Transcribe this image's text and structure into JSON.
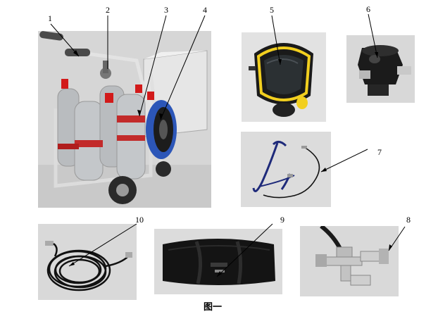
{
  "header_fragment": "",
  "figure_caption": "图一",
  "callouts": [
    "1",
    "2",
    "3",
    "4",
    "5",
    "6",
    "7",
    "8",
    "9",
    "10"
  ],
  "photos": {
    "cart": "cylinder-cart-photo",
    "mask": "face-mask-photo",
    "valve": "demand-valve-photo",
    "strap": "neck-strap-photo",
    "tee": "tee-connector-photo",
    "bag": "carry-bag-photo",
    "hose": "extension-hose-photo"
  },
  "colors": {
    "photo_bg": "#d9d9d9",
    "cylinder": "#b9bcbf",
    "valve_red": "#d21a1a",
    "reel_blue": "#2c56b8",
    "mask_yellow": "#f2cf1f",
    "bag_black": "#141414"
  }
}
